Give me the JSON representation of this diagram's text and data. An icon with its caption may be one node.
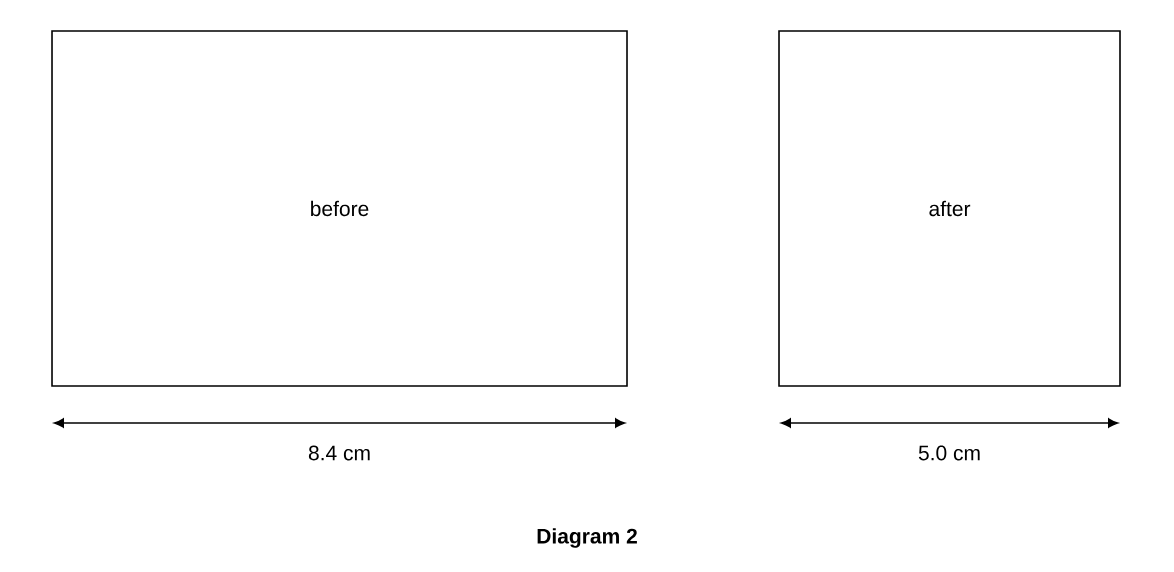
{
  "diagram": {
    "caption": "Diagram 2",
    "nodes": [
      {
        "text": [
          "before"
        ]
      },
      {
        "text": [
          "after"
        ]
      }
    ],
    "labels": [
      "8.4 cm",
      "5.0 cm"
    ]
  }
}
